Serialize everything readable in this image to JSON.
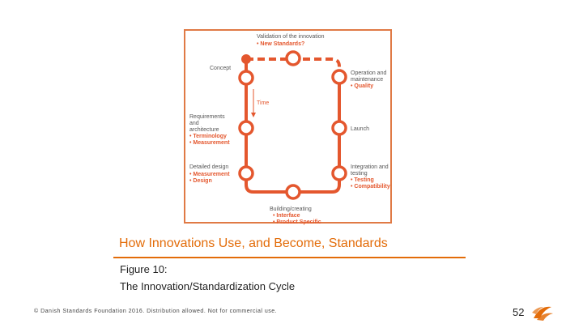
{
  "diagram": {
    "validation_label": "Validation of the innovation",
    "validation_bullet": "• New Standards?",
    "concept_label": "Concept",
    "operation_label_1": "Operation and",
    "operation_label_2": "maintenance",
    "operation_bullet": "• Quality",
    "time_label": "Time",
    "requirements_label_1": "Requirements",
    "requirements_label_2": "and",
    "requirements_label_3": "architecture",
    "requirements_bullet_1": "• Terminology",
    "requirements_bullet_2": "• Measurement",
    "launch_label": "Launch",
    "detailed_label": "Detailed design",
    "detailed_bullet_1": "• Measurement",
    "detailed_bullet_2": "• Design",
    "integration_label_1": "Integration and",
    "integration_label_2": "testing",
    "integration_bullet_1": "• Testing",
    "integration_bullet_2": "• Compatibility",
    "building_label": "Building/creating",
    "building_bullet_1": "• Interface",
    "building_bullet_2": "• Product Specific",
    "colors": {
      "accent": "#e4572e",
      "frame": "#e07a45"
    }
  },
  "slide": {
    "title": "How Innovations Use, and Become, Standards",
    "caption_line_1": "Figure 10:",
    "caption_line_2": "The Innovation/Standardization Cycle",
    "footer": "© Danish Standards Foundation 2016. Distribution allowed. Not for commercial use.",
    "page_number": "52",
    "accent_color": "#e36c09"
  }
}
